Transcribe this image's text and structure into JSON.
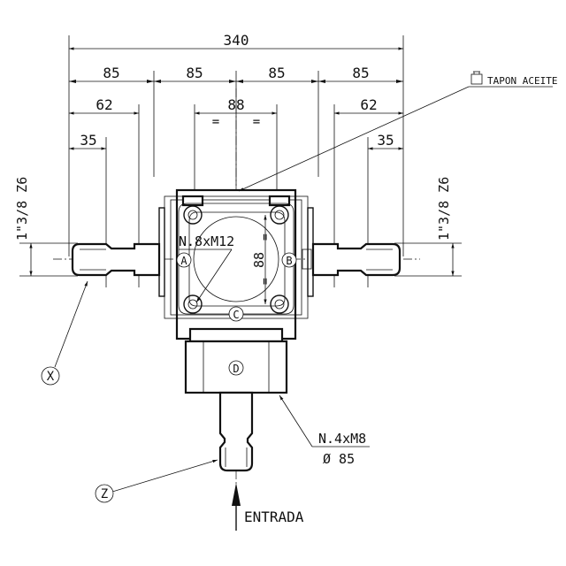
{
  "dimensions": {
    "overall": "340",
    "seg1": "85",
    "seg2": "85",
    "seg3": "85",
    "seg4": "85",
    "left_62": "62",
    "right_62": "62",
    "center_88": "88",
    "eq_left": "=",
    "eq_right": "=",
    "left_35": "35",
    "right_35": "35",
    "vertical_88": "88",
    "vertical_eq_top": "=",
    "vertical_eq_bottom": "="
  },
  "shafts": {
    "left_thread": "1\"3/8 Z6",
    "right_thread": "1\"3/8 Z6"
  },
  "callouts": {
    "oil_plug": "TAPON ACEITE",
    "bolts_top": "N.8xM12",
    "bolts_bottom_spec": "N.4xM8",
    "bolts_bottom_diameter": "Ø 85",
    "input": "ENTRADA"
  },
  "markers": {
    "a": "A",
    "b": "B",
    "c": "C",
    "d": "D",
    "x": "X",
    "z": "Z"
  },
  "icons": {
    "oil_plug": "oil-plug-icon",
    "input_arrow": "arrow-up-icon"
  }
}
